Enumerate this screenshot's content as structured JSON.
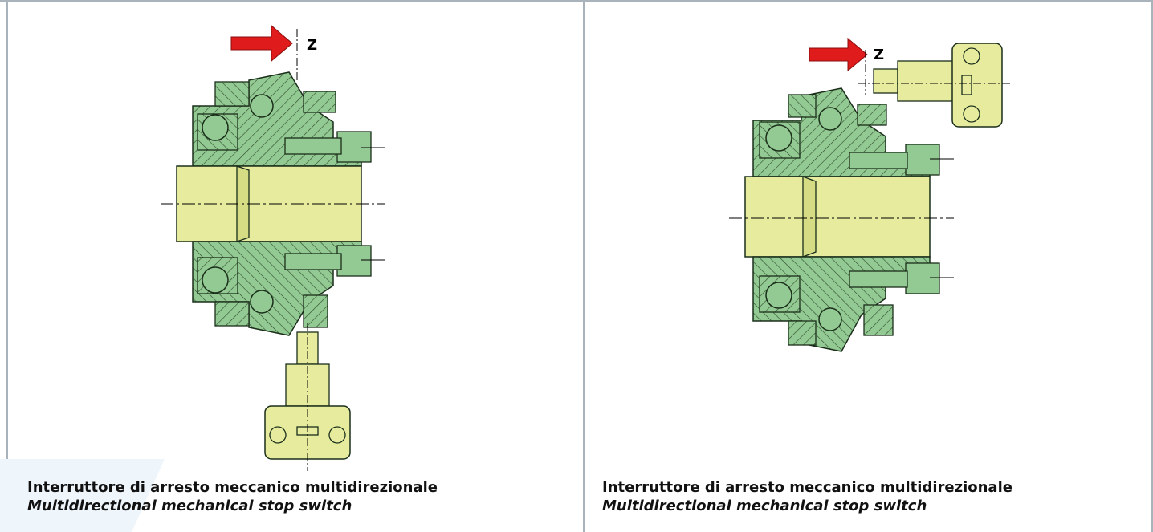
{
  "left_panel": {
    "axis_label": "Z",
    "caption_it": "Interruttore di arresto meccanico multidirezionale",
    "caption_en": "Multidirectional mechanical stop switch"
  },
  "right_panel": {
    "axis_label": "Z",
    "caption_it": "Interruttore di arresto meccanico multidirezionale",
    "caption_en": "Multidirectional mechanical stop switch"
  },
  "colors": {
    "hub_green": "#93c992",
    "shaft_yellow": "#e6eb9e",
    "arrow_red": "#e01b1b",
    "border_grey": "#a9b3bb"
  }
}
